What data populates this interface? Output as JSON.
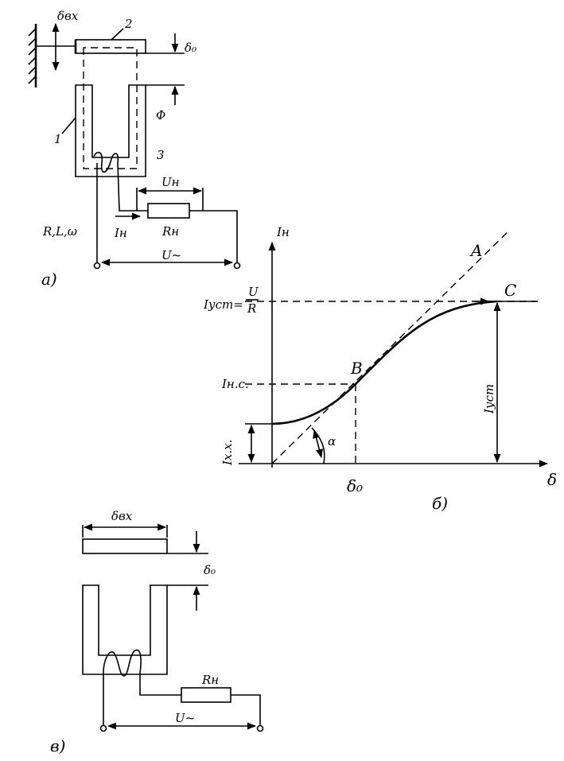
{
  "fig_a": {
    "panel_label": "a)",
    "delta_in": "δвх",
    "label_2": "2",
    "delta0": "δ₀",
    "phi": "Φ",
    "label_1": "1",
    "label_3": "3",
    "u_load": "Uн",
    "r_load": "Rн",
    "i_load": "Iн",
    "coil_params": "R,L,ω",
    "supply": "U~"
  },
  "fig_b": {
    "panel_label": "б)",
    "axis_y": "Iн",
    "axis_x": "δ",
    "i_ust_lhs": "Iуст=",
    "i_ust_num": "U",
    "i_ust_den": "R",
    "i_ns": "Iн.с.",
    "i_xx": "Iх.х.",
    "i_ust_vert": "Iуст",
    "point_a": "A",
    "point_b": "B",
    "point_c": "C",
    "alpha": "α",
    "delta0": "δ₀"
  },
  "fig_c": {
    "panel_label": "в)",
    "delta_in": "δвх",
    "delta0": "δ₀",
    "r_load": "Rн",
    "supply": "U~"
  }
}
